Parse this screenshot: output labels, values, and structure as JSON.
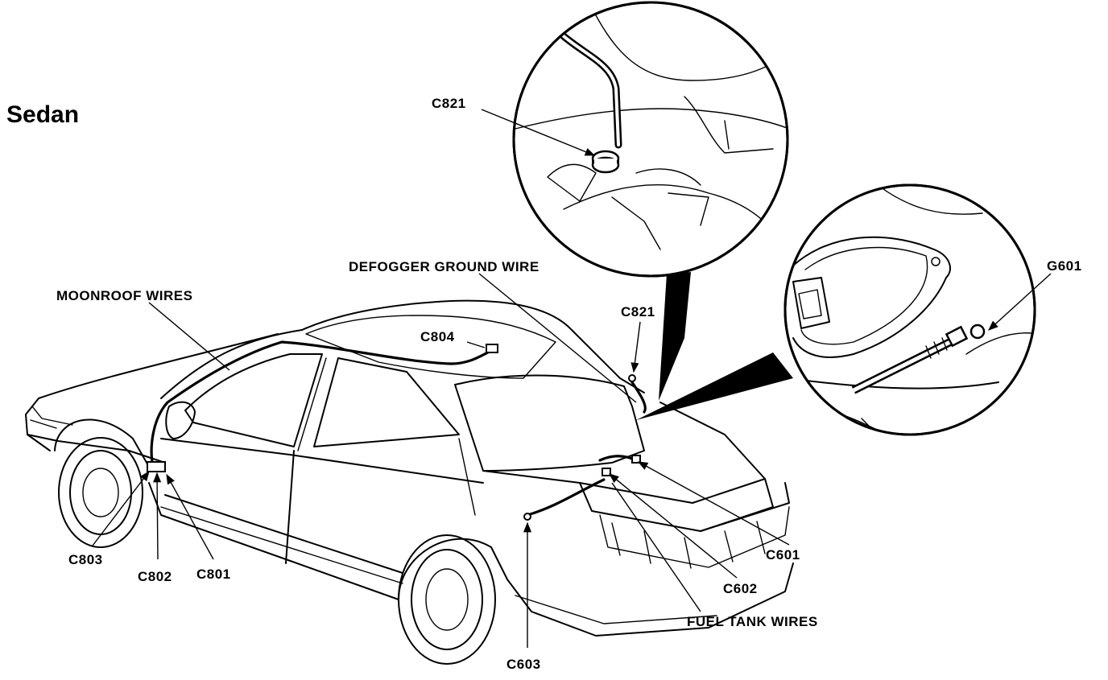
{
  "title": "Sedan",
  "labels": {
    "c821_detail": "C821",
    "defogger_ground_wire": "DEFOGGER GROUND WIRE",
    "moonroof_wires": "MOONROOF WIRES",
    "c821": "C821",
    "c804": "C804",
    "g601": "G601",
    "c803": "C803",
    "c802": "C802",
    "c801": "C801",
    "c601": "C601",
    "c602": "C602",
    "fuel_tank_wires": "FUEL TANK WIRES",
    "c603": "C603"
  },
  "colors": {
    "ink": "#000000",
    "paper": "#ffffff"
  }
}
